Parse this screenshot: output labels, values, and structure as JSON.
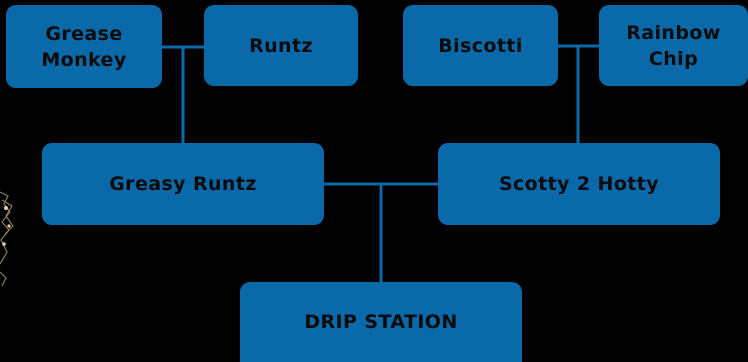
{
  "colors": {
    "node_fill": "#0a69a8",
    "node_text": "#0b0b0b",
    "connector": "#0a69a8",
    "background": "#000000"
  },
  "nodes": {
    "grease_monkey": "Grease\nMonkey",
    "runtz": "Runtz",
    "biscotti": "Biscotti",
    "rainbow_chip": "Rainbow\nChip",
    "greasy_runtz": "Greasy Runtz",
    "scotty_2_hotty": "Scotty 2 Hotty",
    "drip_station": "DRIP STATION"
  }
}
